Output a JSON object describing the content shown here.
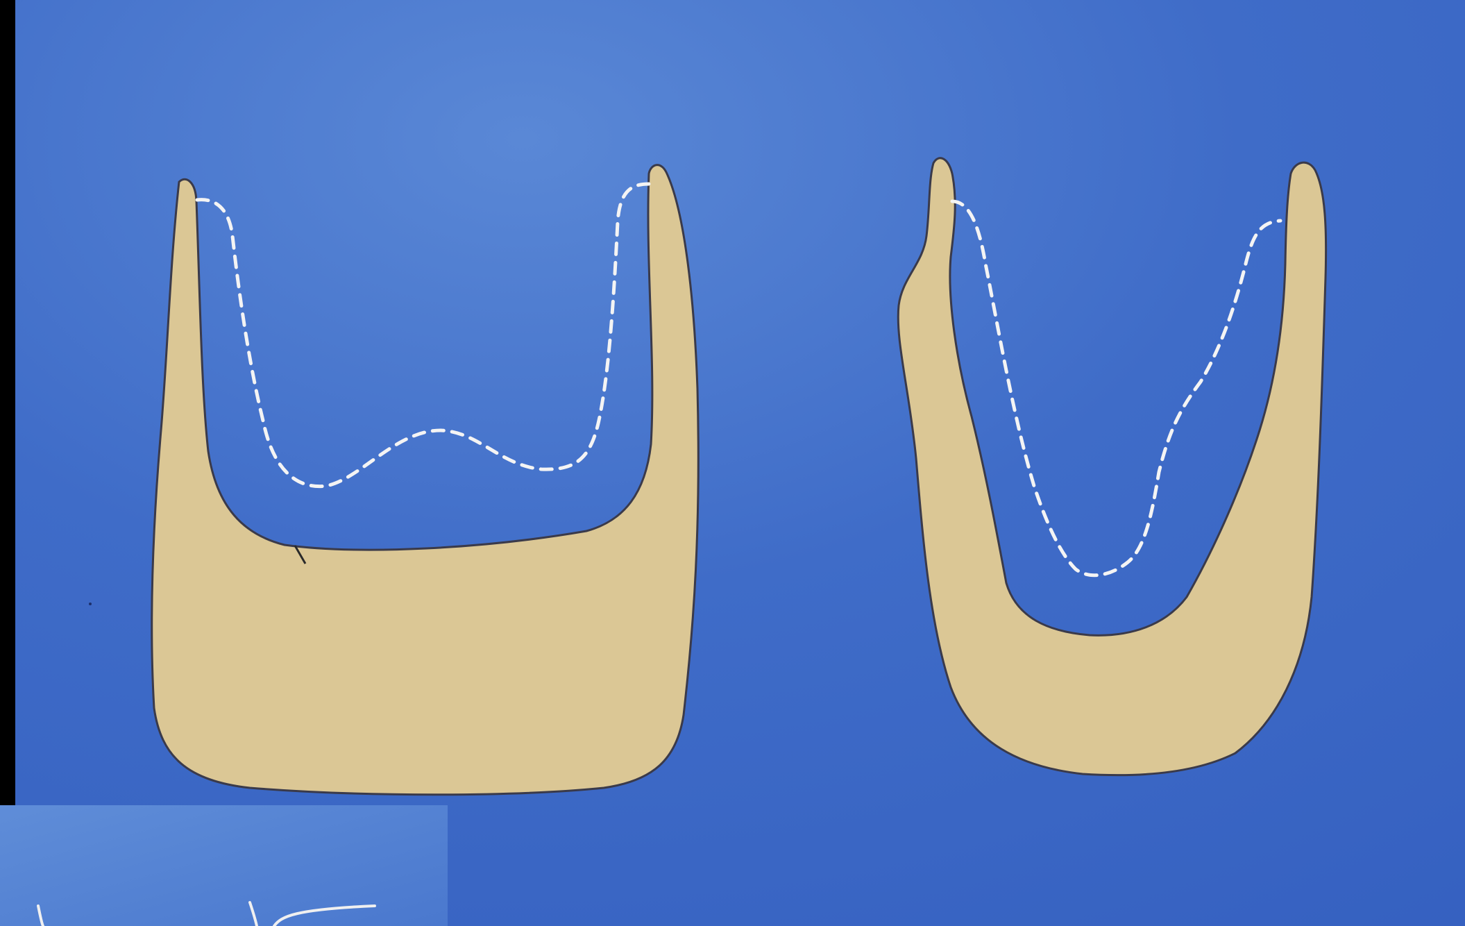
{
  "figure": {
    "description_visible_text": "",
    "colors": {
      "backdrop_frame": "#000000",
      "background_blue": "#3C6AC8",
      "background_blue_light": "#5584D2",
      "shape_fill": "#DBC795",
      "shape_outline": "#3A3A4A",
      "dashed_outline": "#F4F4F4"
    },
    "shapes": [
      {
        "name": "left-cross-section",
        "style": "solid with dashed inner contour"
      },
      {
        "name": "right-cross-section",
        "style": "solid with dashed inner contour"
      }
    ],
    "inset_panel": {
      "present": true,
      "style": "cropped second slide with white strokes"
    }
  }
}
